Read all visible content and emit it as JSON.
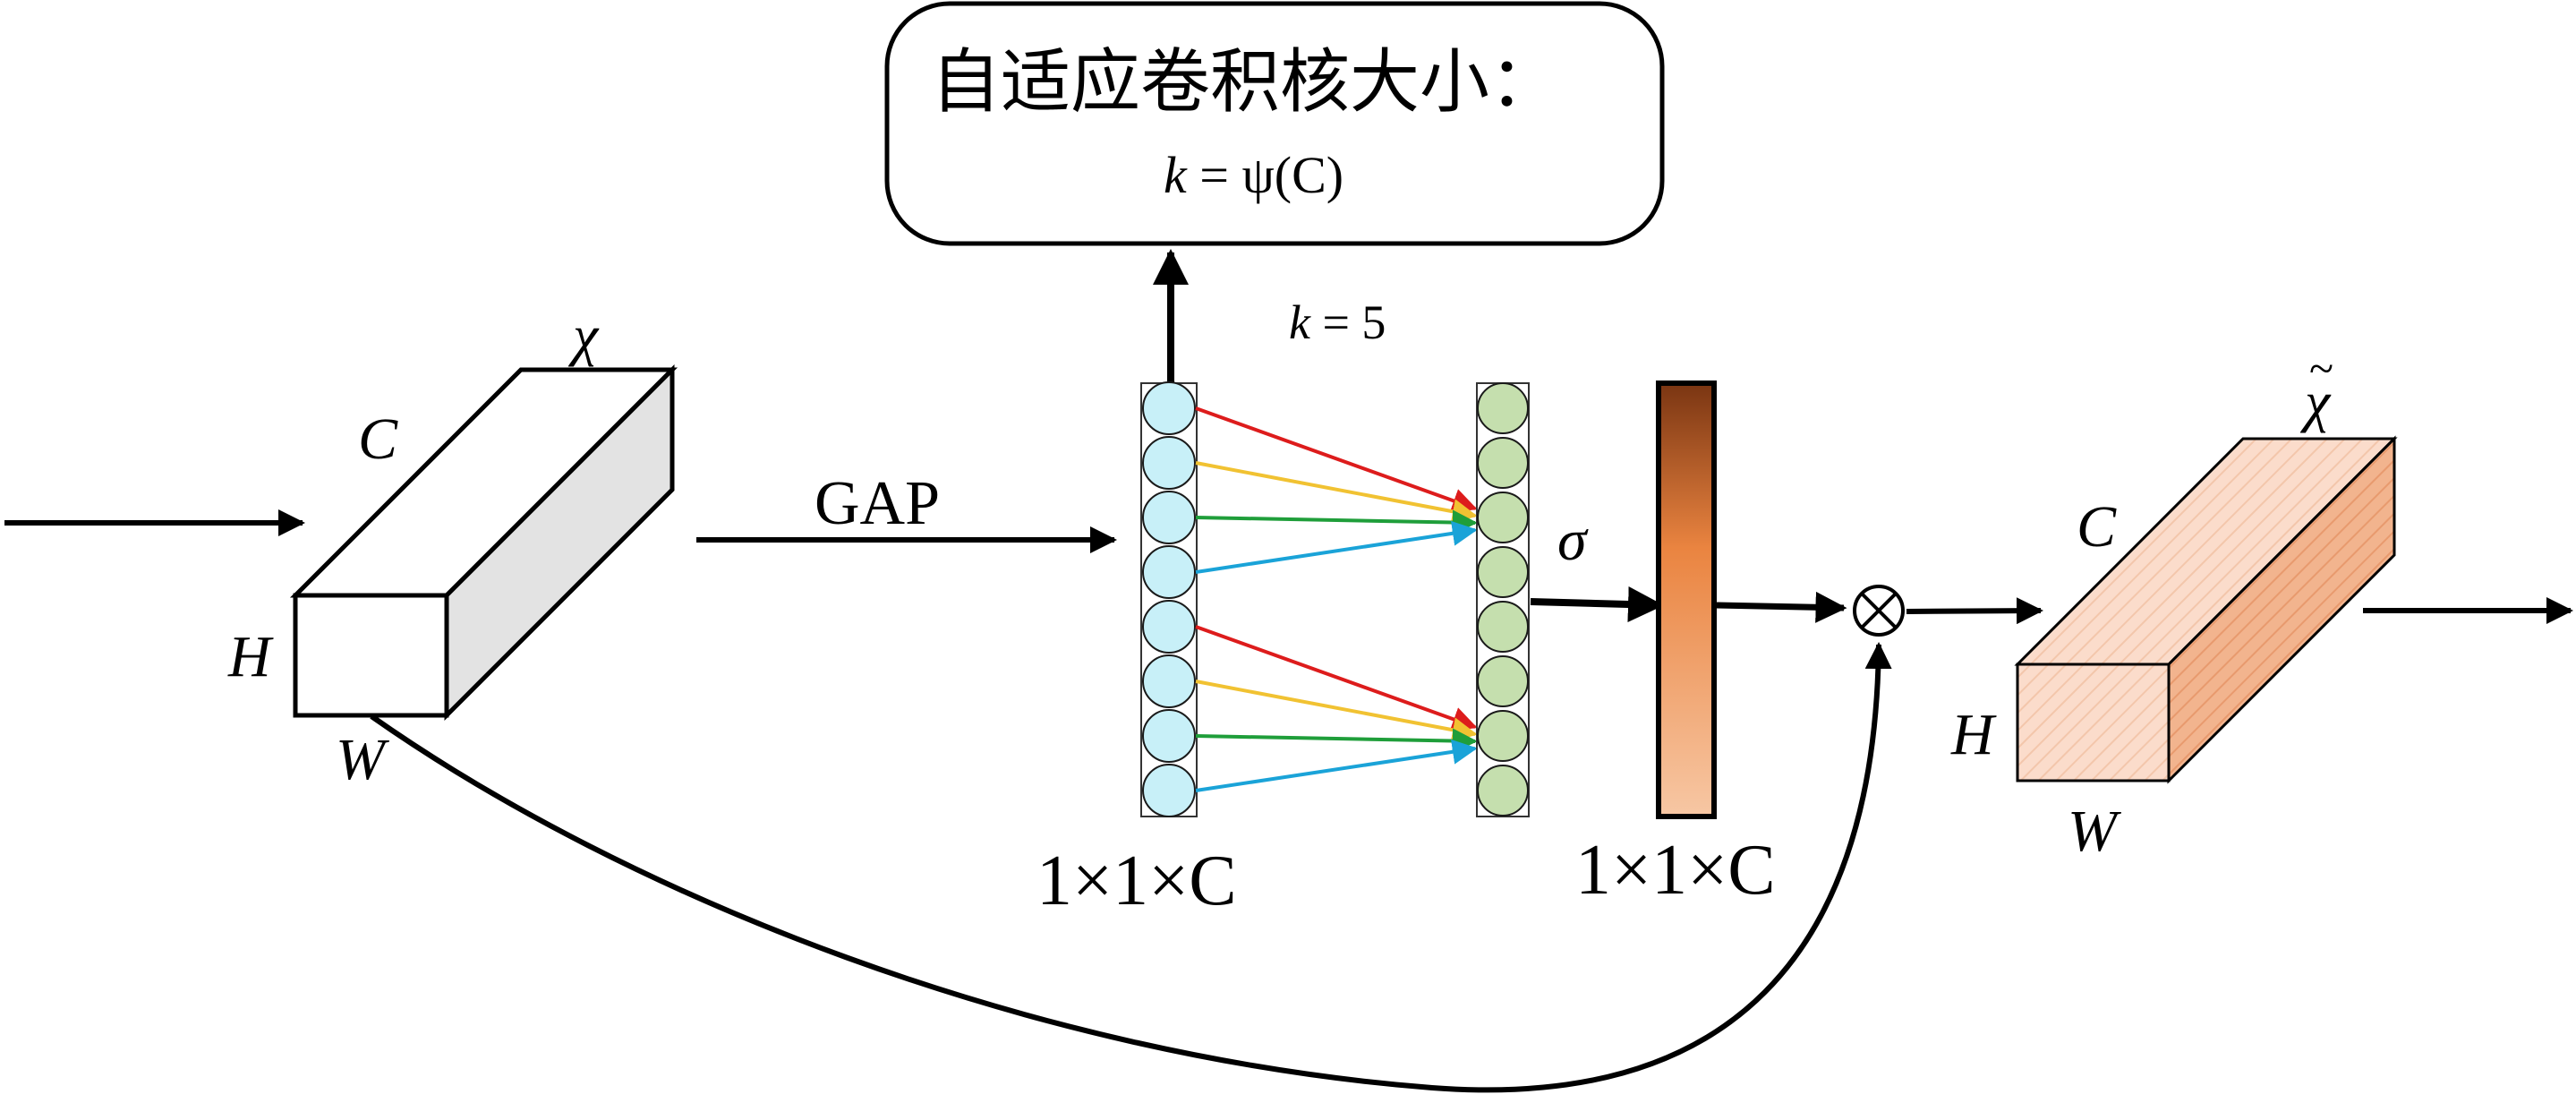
{
  "adaptive_box": {
    "title": "自适应卷积核大小：",
    "formula_k": "k",
    "formula_rest": " = ψ(C)"
  },
  "k_label": {
    "var": "k",
    "rest": " = 5"
  },
  "input_tensor": {
    "symbol": "χ",
    "dims": {
      "c": "C",
      "h": "H",
      "w": "W"
    }
  },
  "gap_label": "GAP",
  "pooled_vector": {
    "shape_label": "1×1×C"
  },
  "sigma_label": "σ",
  "weights_vector": {
    "shape_label": "1×1×C"
  },
  "multiply_symbol": "⊗",
  "output_tensor": {
    "symbol": "χ",
    "tilde": "~",
    "dims": {
      "c": "C",
      "h": "H",
      "w": "W"
    }
  },
  "colors": {
    "stroke": "#000000",
    "input_top": "#ffffff",
    "input_side": "#e3e3e3",
    "output_face": "#fbdccb",
    "output_side": "#f2b48e",
    "pooled_node": "#c8f0f8",
    "conv_node": "#c5dfae",
    "weights_top": "#7a3512",
    "weights_mid": "#ea8440",
    "weights_bottom": "#f7c7a4",
    "conn_red": "#dd1c1c",
    "conn_yellow": "#f1c232",
    "conn_green": "#1f9e3a",
    "conn_blue": "#1aa3d8"
  }
}
